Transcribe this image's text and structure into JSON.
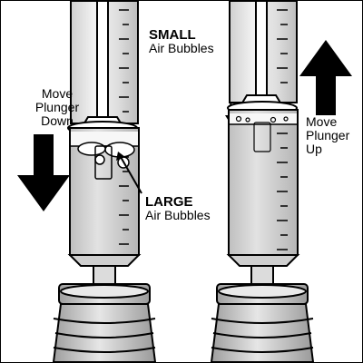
{
  "labels": {
    "move_down": [
      "Move",
      "Plunger",
      "Down"
    ],
    "small_bubbles": {
      "emphasis": "SMALL",
      "rest": "Air Bubbles"
    },
    "large_bubbles": {
      "emphasis": "LARGE",
      "rest": "Air Bubbles"
    },
    "move_up": [
      "Move",
      "Plunger",
      "Up"
    ]
  },
  "colors": {
    "outline": "#000000",
    "liquid": "#d9d9d9",
    "syringe_body": "#eeeeee",
    "cap_gray": "#bdbdbd",
    "arrow": "#000000"
  }
}
